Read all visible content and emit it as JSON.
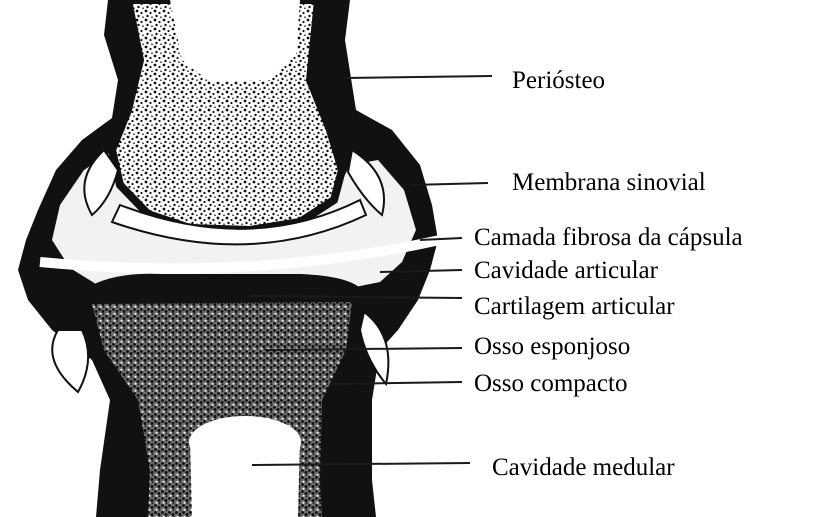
{
  "diagram": {
    "labels": [
      "Periósteo",
      "Membrana sinovial",
      "Camada fibrosa da cápsula",
      "Cavidade articular",
      "Cartilagem articular",
      "Osso esponjoso",
      "Osso compacto",
      "Cavidade medular"
    ]
  },
  "colors": {
    "ink": "#111111",
    "paper": "#ffffff",
    "spongy_bone": "#8a8a8a"
  }
}
